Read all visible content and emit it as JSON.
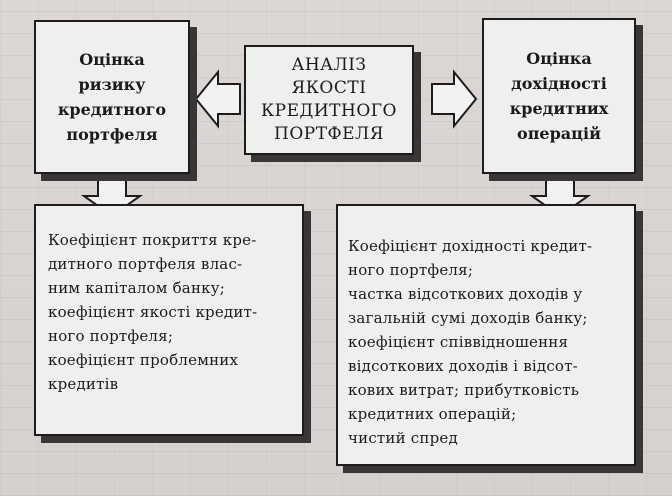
{
  "center": {
    "text": "АНАЛІЗ\nЯКОСТІ\nКРЕДИТНОГО\nПОРТФЕЛЯ"
  },
  "left": {
    "title": "Оцінка\nризику\nкредитного\nпортфеля"
  },
  "right": {
    "title": "Оцінка\nдохідності\nкредитних\nоперацій"
  },
  "bottom_left": {
    "text": "Коефіцієнт покриття кре-\nдитного портфеля влас-\nним капіталом банку;\nкоефіцієнт якості кредит-\nного портфеля;\nкоефіцієнт проблемних\nкредитів"
  },
  "bottom_right": {
    "text": "Коефіцієнт дохідності кредит-\nного портфеля;\nчастка відсоткових доходів у\nзагальній сумі доходів банку;\nкоефіцієнт співвідношення\nвідсоткових доходів і відсот-\nкових витрат; прибутковість\nкредитних операцій;\nчистий спред"
  }
}
